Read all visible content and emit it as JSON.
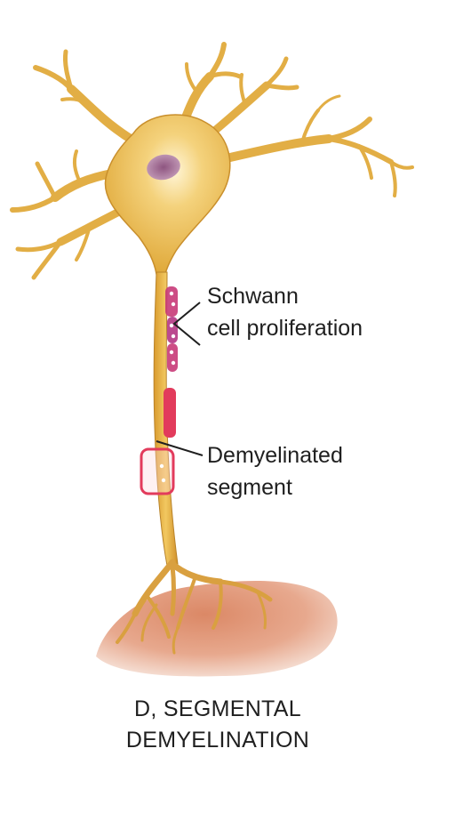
{
  "labels": {
    "schwann_line1": "Schwann",
    "schwann_line2": "cell proliferation",
    "demyelinated_line1": "Demyelinated",
    "demyelinated_line2": "segment"
  },
  "caption": {
    "line1": "D, SEGMENTAL",
    "line2": "DEMYELINATION"
  },
  "colors": {
    "neuron_fill": "#E9B84A",
    "neuron_stroke": "#A97A22",
    "nucleus": "#B07A9A",
    "myelin": "#E23B5C",
    "schwann_nuclei": "#FFFFFF",
    "tissue": "#D9825E",
    "text": "#1F1F1F"
  }
}
